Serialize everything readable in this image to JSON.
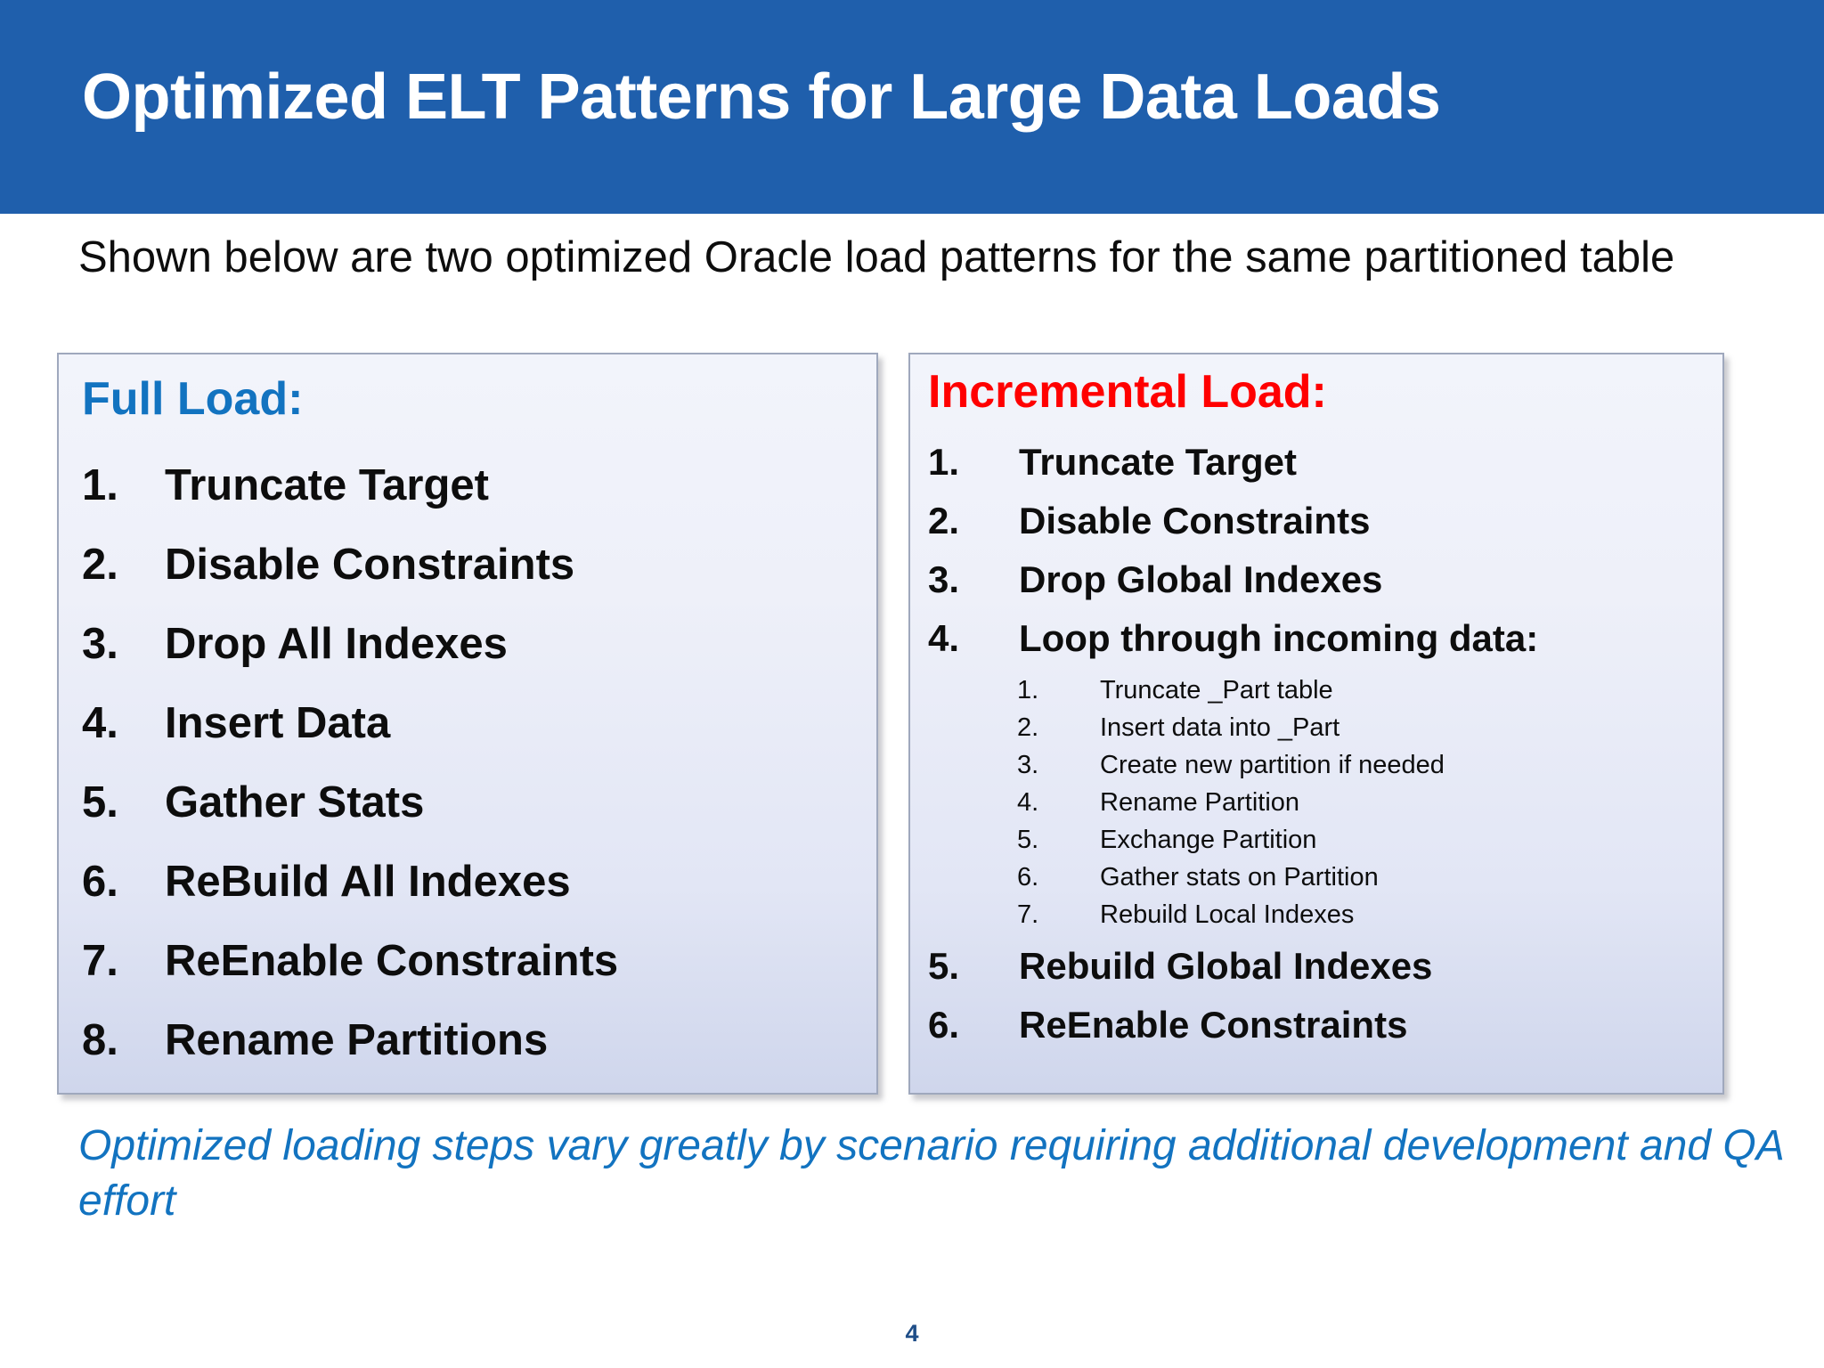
{
  "slide": {
    "title": "Optimized ELT Patterns for Large Data Loads",
    "lead_in": "Shown below are two optimized Oracle load patterns for the same partitioned table",
    "closing_note": "Optimized loading steps vary greatly by scenario requiring additional development and QA effort",
    "page_number": "4"
  },
  "colors": {
    "title_band": "#1F5FAC",
    "title_text": "#FFFFFF",
    "full_load_heading": "#1273C0",
    "incremental_load_heading": "#FF0000",
    "closing_note": "#1273C0",
    "page_number": "#1F4E88",
    "panel_border": "#9FA8BD",
    "panel_fill_top": "#F2F4FB",
    "panel_fill_bottom": "#CFD6EC"
  },
  "full_load": {
    "heading": "Full Load:",
    "steps": [
      {
        "num": "1.",
        "text": "Truncate Target"
      },
      {
        "num": "2.",
        "text": "Disable Constraints"
      },
      {
        "num": "3.",
        "text": "Drop All Indexes"
      },
      {
        "num": "4.",
        "text": "Insert Data"
      },
      {
        "num": "5.",
        "text": "Gather Stats"
      },
      {
        "num": "6.",
        "text": "ReBuild All Indexes"
      },
      {
        "num": "7.",
        "text": "ReEnable Constraints"
      },
      {
        "num": "8.",
        "text": "Rename Partitions"
      }
    ]
  },
  "incremental_load": {
    "heading": "Incremental Load:",
    "steps": [
      {
        "num": "1.",
        "text": "Truncate Target"
      },
      {
        "num": "2.",
        "text": "Disable Constraints"
      },
      {
        "num": "3.",
        "text": "Drop Global Indexes"
      },
      {
        "num": "4.",
        "text": "Loop through incoming data:"
      },
      {
        "num": "5.",
        "text": "Rebuild Global Indexes"
      },
      {
        "num": "6.",
        "text": "ReEnable Constraints"
      }
    ],
    "substeps": [
      {
        "num": "1.",
        "text": "Truncate _Part table"
      },
      {
        "num": "2.",
        "text": "Insert data into _Part"
      },
      {
        "num": "3.",
        "text": "Create new partition if needed"
      },
      {
        "num": "4.",
        "text": "Rename Partition"
      },
      {
        "num": "5.",
        "text": "Exchange Partition"
      },
      {
        "num": "6.",
        "text": "Gather stats on Partition"
      },
      {
        "num": "7.",
        "text": "Rebuild Local Indexes"
      }
    ]
  }
}
